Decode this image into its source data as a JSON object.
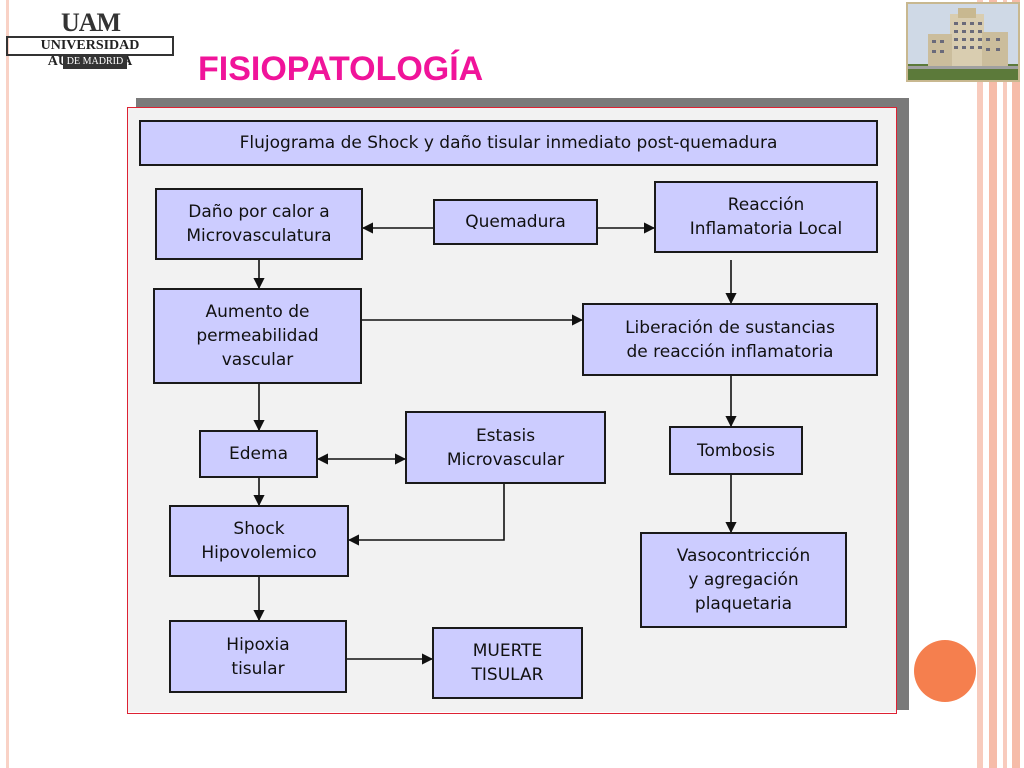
{
  "header": {
    "logo": {
      "mark": "UAM",
      "name": "UNIVERSIDAD AUTONOMA",
      "sub": "DE MADRID"
    },
    "title": "FISIOPATOLOGÍA"
  },
  "diagram": {
    "heading": "Flujograma de Shock y daño tisular inmediato post-quemadura",
    "nodes": {
      "dano_calor": "Daño por calor a\nMicrovasculatura",
      "quemadura": "Quemadura",
      "reaccion_local": "Reacción\nInflamatoria Local",
      "aumento_permeabilidad": "Aumento de\npermeabilidad\nvascular",
      "liberacion": "Liberación de sustancias\nde reacción inflamatoria",
      "edema": "Edema",
      "estasis": "Estasis\nMicrovascular",
      "trombosis": "Tombosis",
      "shock": "Shock\nHipovolemico",
      "vasocontriccion": "Vasocontricción\ny agregación\nplaquetaria",
      "hipoxia": "Hipoxia\ntisular",
      "muerte": "MUERTE\nTISULAR"
    }
  },
  "colors": {
    "title": "#f0149a",
    "box_fill": "#ccccff",
    "accent_circle": "#f57f4e",
    "stripes": "#f7c4b4"
  }
}
